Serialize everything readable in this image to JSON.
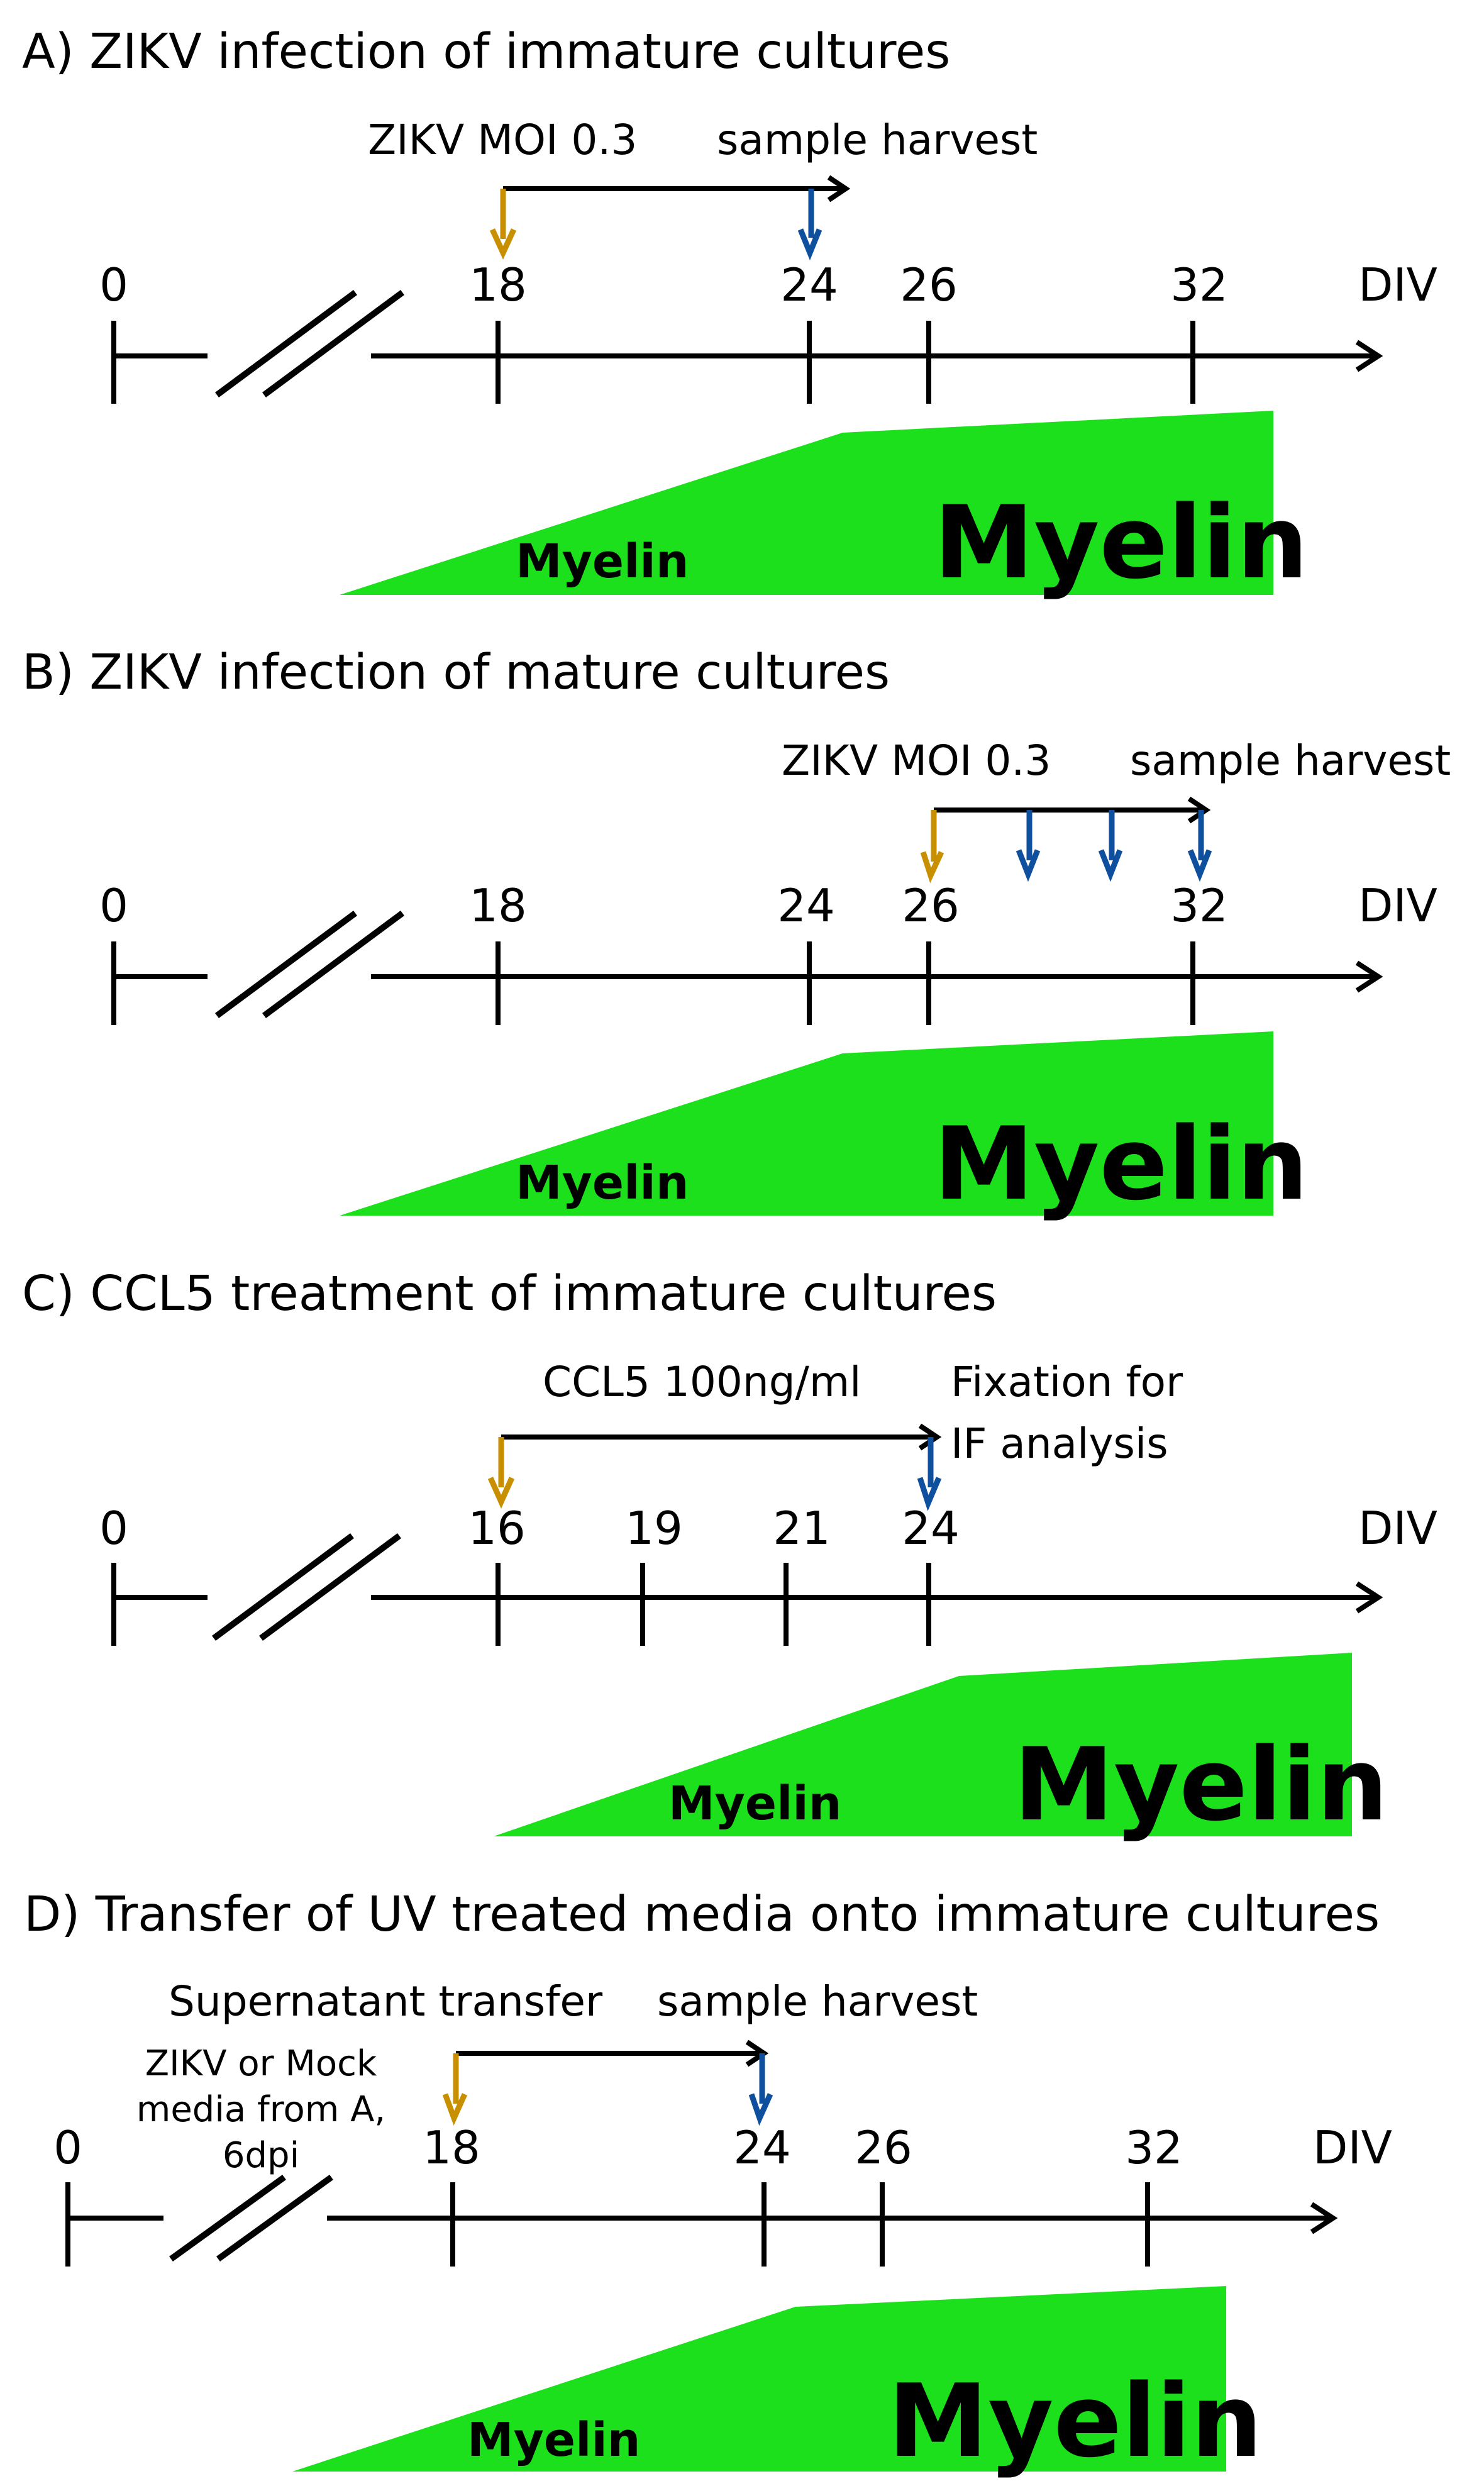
{
  "colors": {
    "myelin_fill": "#1ce01c",
    "start_arrow": "#c89000",
    "harvest_arrow": "#0e4f9e",
    "line": "#000000"
  },
  "panels": [
    {
      "title": "A) ZIKV infection of immature cultures",
      "unit": "DIV",
      "ticks": [
        "0",
        "18",
        "24",
        "26",
        "32"
      ],
      "treatment_label": "ZIKV MOI 0.3",
      "end_label": "sample harvest",
      "ramp_label_small": "Myelin",
      "ramp_label_large": "Myelin"
    },
    {
      "title": "B) ZIKV infection of mature cultures",
      "unit": "DIV",
      "ticks": [
        "0",
        "18",
        "24",
        "26",
        "32"
      ],
      "treatment_label": "ZIKV MOI 0.3",
      "end_label": "sample harvest",
      "ramp_label_small": "Myelin",
      "ramp_label_large": "Myelin"
    },
    {
      "title": "C) CCL5 treatment of immature cultures",
      "unit": "DIV",
      "ticks": [
        "0",
        "16",
        "19",
        "21",
        "24"
      ],
      "treatment_label": "CCL5 100ng/ml",
      "end_label": [
        "Fixation for",
        "IF analysis"
      ],
      "ramp_label_small": "Myelin",
      "ramp_label_large": "Myelin"
    },
    {
      "title": "D) Transfer of UV treated media onto immature cultures",
      "unit": "DIV",
      "ticks": [
        "0",
        "18",
        "24",
        "26",
        "32"
      ],
      "treatment_label": "Supernatant transfer",
      "end_label": "sample harvest",
      "note": [
        "ZIKV or Mock",
        "media from A,",
        "6dpi"
      ],
      "ramp_label_small": "Myelin",
      "ramp_label_large": "Myelin"
    }
  ]
}
